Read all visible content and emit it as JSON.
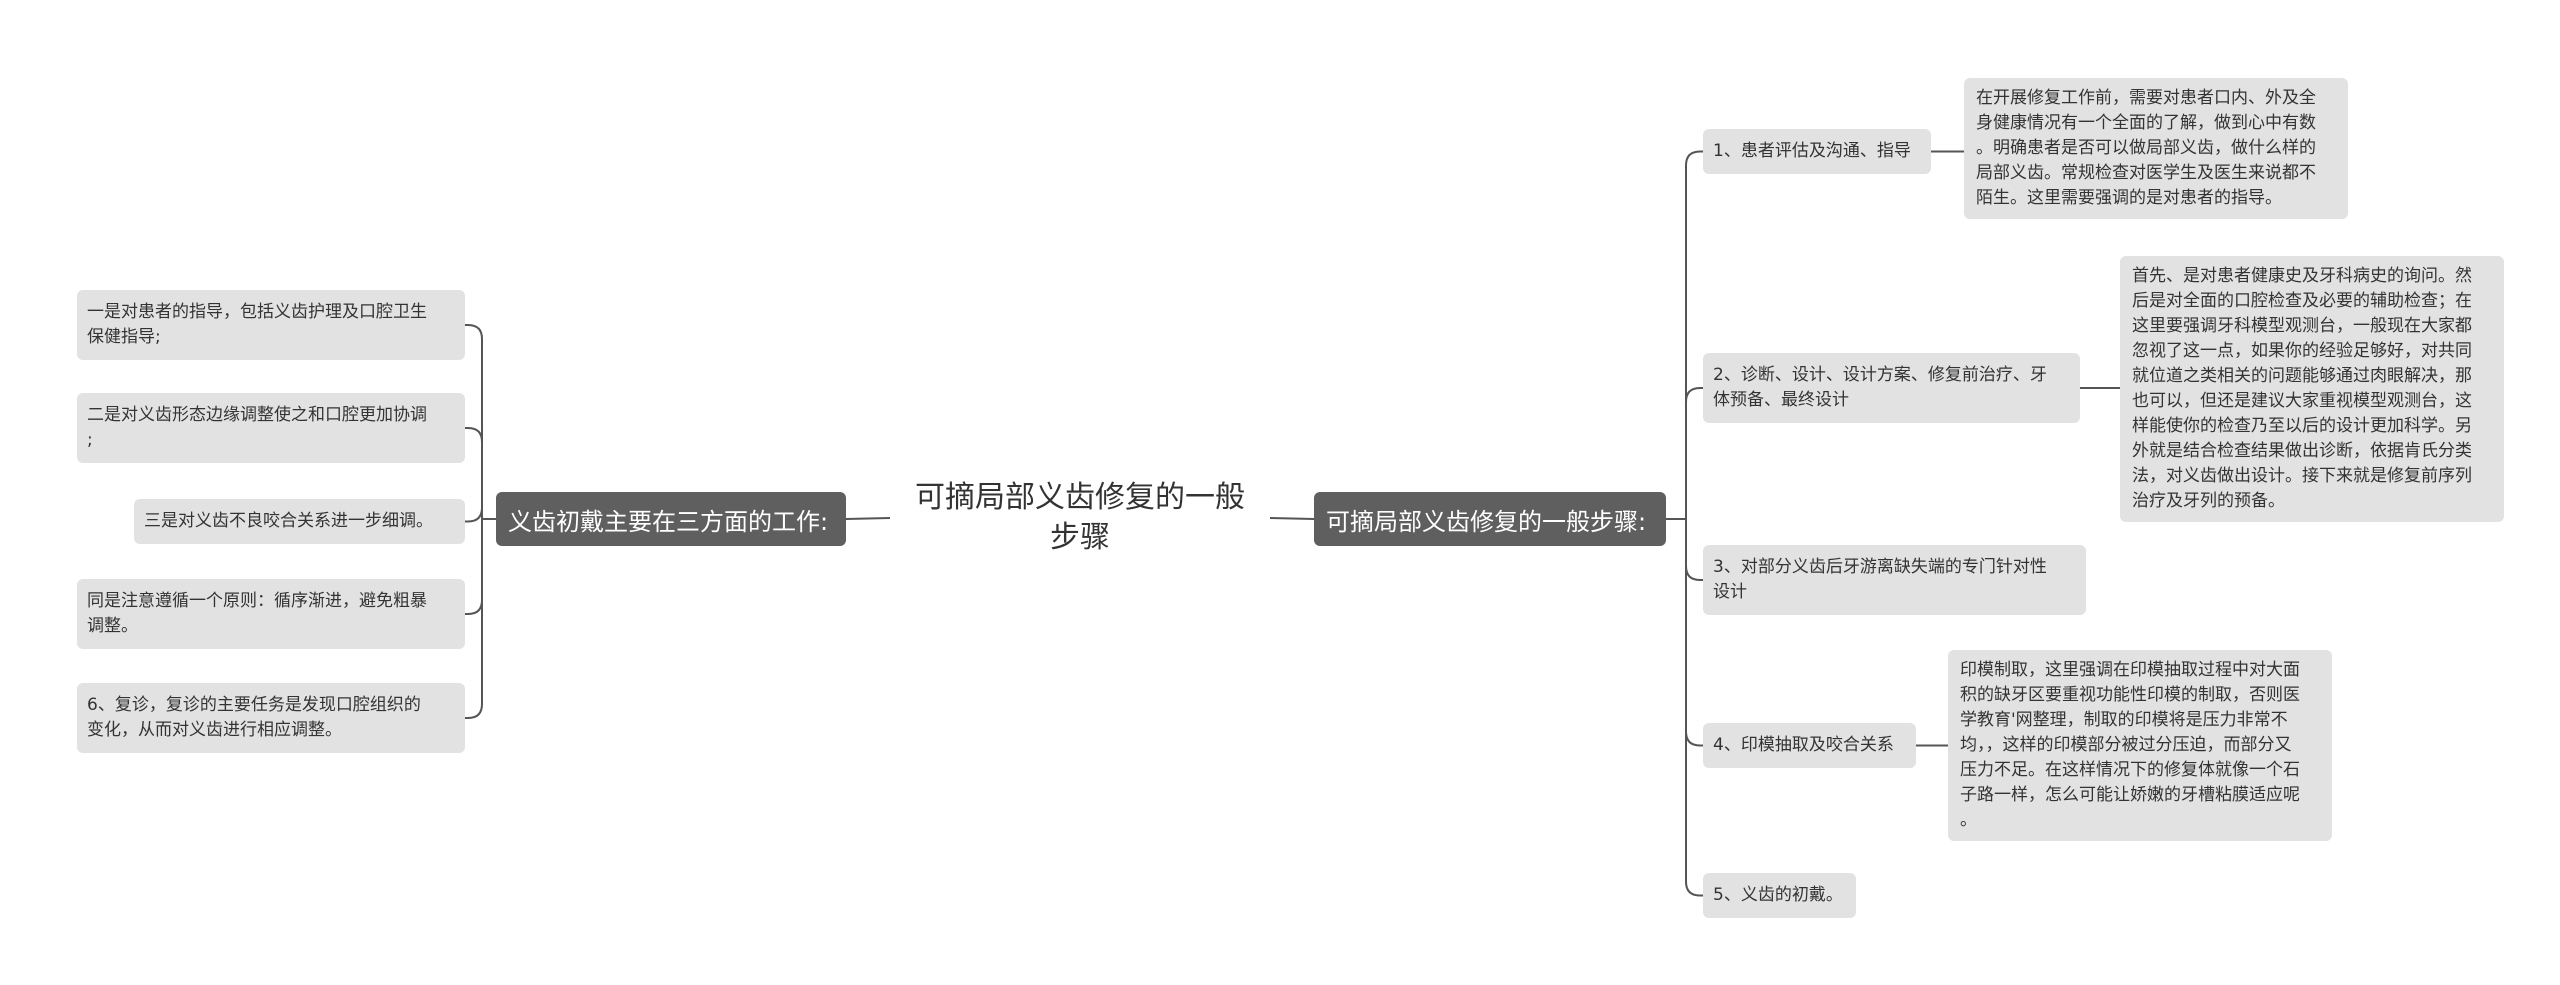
{
  "root": {
    "lines": [
      "可摘局部义齿修复的一般",
      "步骤"
    ]
  },
  "left_branch": {
    "label": "义齿初戴主要在三方面的工作:",
    "items": [
      {
        "lines": [
          "一是对患者的指导，包括义齿护理及口腔卫生",
          "保健指导;"
        ]
      },
      {
        "lines": [
          "二是对义齿形态边缘调整使之和口腔更加协调",
          ";"
        ]
      },
      {
        "lines": [
          "三是对义齿不良咬合关系进一步细调。"
        ]
      },
      {
        "lines": [
          "同是注意遵循一个原则：循序渐进，避免粗暴",
          "调整。"
        ]
      },
      {
        "lines": [
          "6、复诊，复诊的主要任务是发现口腔组织的",
          "变化，从而对义齿进行相应调整。"
        ]
      }
    ]
  },
  "right_branch": {
    "label": "可摘局部义齿修复的一般步骤:",
    "items": [
      {
        "lines": [
          "1、患者评估及沟通、指导"
        ],
        "detail": [
          "在开展修复工作前，需要对患者口内、外及全",
          "身健康情况有一个全面的了解，做到心中有数",
          "。明确患者是否可以做局部义齿，做什么样的",
          "局部义齿。常规检查对医学生及医生来说都不",
          "陌生。这里需要强调的是对患者的指导。"
        ]
      },
      {
        "lines": [
          "2、诊断、设计、设计方案、修复前治疗、牙",
          "体预备、最终设计"
        ],
        "detail": [
          "首先、是对患者健康史及牙科病史的询问。然",
          "后是对全面的口腔检查及必要的辅助检查；在",
          "这里要强调牙科模型观测台，一般现在大家都",
          "忽视了这一点，如果你的经验足够好，对共同",
          "就位道之类相关的问题能够通过肉眼解决，那",
          "也可以，但还是建议大家重视模型观测台，这",
          "样能使你的检查乃至以后的设计更加科学。另",
          "外就是结合检查结果做出诊断，依据肯氏分类",
          "法，对义齿做出设计。接下来就是修复前序列",
          "治疗及牙列的预备。"
        ]
      },
      {
        "lines": [
          "3、对部分义齿后牙游离缺失端的专门针对性",
          "设计"
        ]
      },
      {
        "lines": [
          "4、印模抽取及咬合关系"
        ],
        "detail": [
          "印模制取，这里强调在印模抽取过程中对大面",
          "积的缺牙区要重视功能性印模的制取，否则医",
          "学教育'网整理，制取的印模将是压力非常不",
          "均，，这样的印模部分被过分压迫，而部分又",
          "压力不足。在这样情况下的修复体就像一个石",
          "子路一样，怎么可能让娇嫩的牙槽粘膜适应呢",
          "。"
        ]
      },
      {
        "lines": [
          "5、义齿的初戴。"
        ]
      }
    ]
  },
  "colors": {
    "branch_bg": "#5f5f5f",
    "node_bg": "#e2e2e2",
    "connector": "#555555",
    "text": "#333333"
  }
}
